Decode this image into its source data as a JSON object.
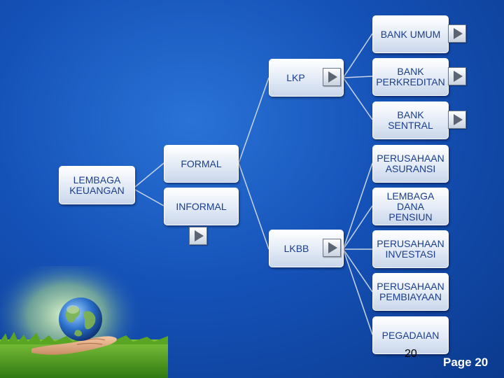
{
  "nodes": {
    "lembaga_keuangan": "LEMBAGA\nKEUANGAN",
    "formal": "FORMAL",
    "informal": "INFORMAL",
    "lkp": "LKP",
    "lkbb": "LKBB",
    "bank_umum": "BANK UMUM",
    "bank_perkreditan": "BANK\nPERKREDITAN",
    "bank_sentral": "BANK\nSENTRAL",
    "perusahaan_asuransi": "PERUSAHAAN\nASURANSI",
    "lembaga_dana_pensiun": "LEMBAGA\nDANA\nPENSIUN",
    "perusahaan_investasi": "PERUSAHAAN\nINVESTASI",
    "perusahaan_pembiayaan": "PERUSAHAAN\nPEMBIAYAAN",
    "pegadaian": "PEGADAIAN"
  },
  "footer": {
    "slide_number": "20",
    "page_label": "Page 20"
  },
  "colors": {
    "background": "#1552b8",
    "node_text": "#1a3e8c",
    "connector": "#c9d4e6"
  },
  "icons": {
    "nav_button": "play-arrow-icon",
    "decoration": "globe-in-hand-image"
  }
}
